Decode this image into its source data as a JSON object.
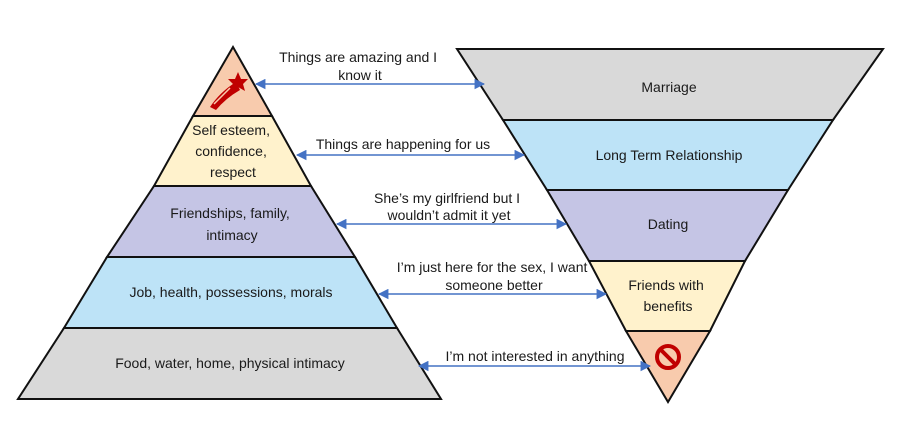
{
  "colors": {
    "apex": "#F8CBAD",
    "yellow": "#FFF2CC",
    "purple": "#C5C5E5",
    "blue": "#BDE3F7",
    "gray": "#D9D9D9",
    "arrow": "#4472C4",
    "outline": "#111111",
    "icon_red": "#C00000"
  },
  "left_pyramid": {
    "apex_icon": "shooting-star-icon",
    "levels": [
      {
        "line1": "Self esteem,",
        "line2": "confidence,",
        "line3": "respect"
      },
      {
        "line1": "Friendships, family,",
        "line2": "intimacy"
      },
      {
        "line1": "Job, health, possessions, morals"
      },
      {
        "line1": "Food, water, home, physical intimacy"
      }
    ]
  },
  "right_pyramid": {
    "levels": [
      {
        "line1": "Marriage"
      },
      {
        "line1": "Long Term Relationship"
      },
      {
        "line1": "Dating"
      },
      {
        "line1": "Friends with",
        "line2": "benefits"
      }
    ],
    "bottom_icon": "prohibited-icon"
  },
  "connectors": [
    {
      "line1": "Things are amazing and I",
      "line2": "know it"
    },
    {
      "line1": "Things are happening for us"
    },
    {
      "line1": "She’s my girlfriend but I",
      "line2": "wouldn’t admit it yet"
    },
    {
      "line1": "I’m just here for the sex, I want",
      "line2": "someone better"
    },
    {
      "line1": "I’m not interested in anything"
    }
  ]
}
